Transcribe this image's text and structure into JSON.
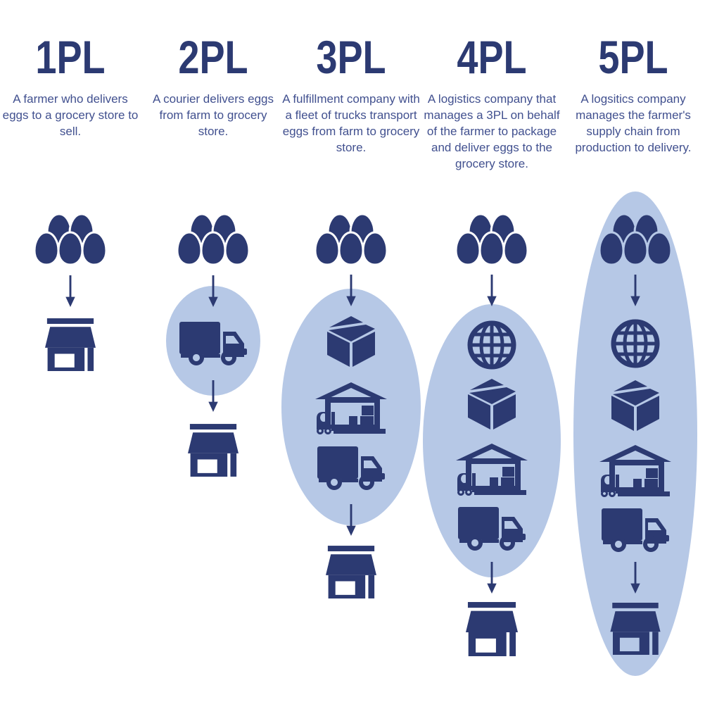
{
  "infographic": {
    "colors": {
      "navy": "#2c3a72",
      "body_text": "#41508f",
      "highlight_ellipse": "#b6c8e6",
      "background": "#ffffff"
    },
    "icons": {
      "eggs": "eggs-icon",
      "globe": "globe-icon",
      "box": "package-box-icon",
      "warehouse": "warehouse-forklift-icon",
      "truck": "delivery-truck-icon",
      "store": "grocery-store-icon",
      "arrow": "down-arrow-icon"
    },
    "columns": [
      {
        "title": "1PL",
        "description": "A farmer who delivers eggs to a grocery store to sell.",
        "flow": [
          "eggs",
          "store"
        ],
        "highlighted_steps": []
      },
      {
        "title": "2PL",
        "description": "A courier delivers eggs from farm to grocery store.",
        "flow": [
          "eggs",
          "truck",
          "store"
        ],
        "highlighted_steps": [
          "truck"
        ]
      },
      {
        "title": "3PL",
        "description": "A fulfillment company with a fleet of trucks transport eggs from farm to grocery store.",
        "flow": [
          "eggs",
          "box",
          "warehouse",
          "truck",
          "store"
        ],
        "highlighted_steps": [
          "box",
          "warehouse",
          "truck"
        ]
      },
      {
        "title": "4PL",
        "description": "A logistics company that manages a 3PL on behalf of the farmer to package and deliver eggs to the grocery store.",
        "flow": [
          "eggs",
          "globe",
          "box",
          "warehouse",
          "truck",
          "store"
        ],
        "highlighted_steps": [
          "globe",
          "box",
          "warehouse",
          "truck"
        ]
      },
      {
        "title": "5PL",
        "description": "A logsitics company manages the farmer's supply chain from production to delivery.",
        "flow": [
          "eggs",
          "globe",
          "box",
          "warehouse",
          "truck",
          "store"
        ],
        "highlighted_steps": [
          "eggs",
          "globe",
          "box",
          "warehouse",
          "truck",
          "store"
        ]
      }
    ]
  }
}
